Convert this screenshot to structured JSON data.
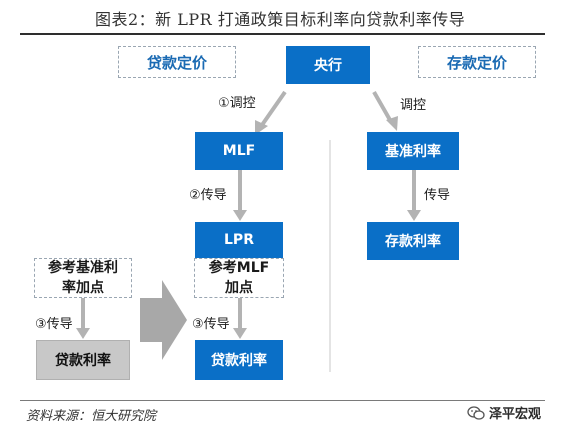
{
  "title": "图表2：新 LPR 打通政策目标利率向贷款利率传导",
  "source": "资料来源：恒大研究院",
  "watermark": "泽平宏观",
  "colors": {
    "blue_box": "#0a6fc7",
    "grey_box": "#c8c8c8",
    "arrow_grey": "#b3b3b3"
  },
  "nodes": {
    "loan_pricing": "贷款定价",
    "central_bank": "央行",
    "deposit_pricing": "存款定价",
    "mlf": "MLF",
    "lpr": "LPR",
    "benchmark_rate": "基准利率",
    "deposit_rate": "存款利率",
    "old_ref_line1": "参考基准利",
    "old_ref_line2": "率加点",
    "new_ref_line1": "参考MLF",
    "new_ref_line2": "加点",
    "old_loan_rate": "贷款利率",
    "new_loan_rate": "贷款利率"
  },
  "edges": {
    "cb_to_mlf": "①调控",
    "cb_to_benchmark": "调控",
    "mlf_to_lpr": "②传导",
    "benchmark_to_deposit": "传导",
    "old_ref_to_loan": "③传导",
    "new_ref_to_loan": "③传导"
  }
}
